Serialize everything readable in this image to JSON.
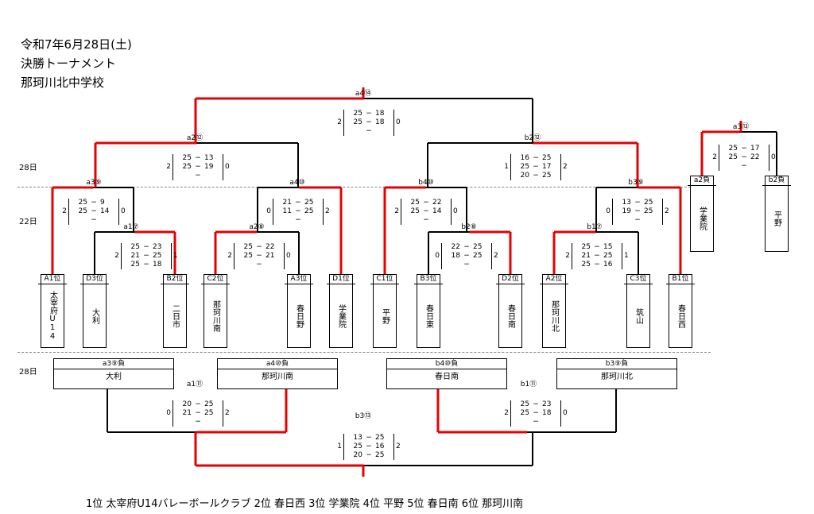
{
  "header": {
    "date": "令和7年6月28日(土)",
    "event": "決勝トーナメント",
    "venue": "那珂川北中学校"
  },
  "days": {
    "d28a": "28日",
    "d22": "22日",
    "d28b": "28日"
  },
  "teams": {
    "t1": {
      "seed": "A1位",
      "name": "太宰府U14"
    },
    "t2": {
      "seed": "D3位",
      "name": "大利"
    },
    "t3": {
      "seed": "B2位",
      "name": "二日市"
    },
    "t4": {
      "seed": "C2位",
      "name": "那珂川南"
    },
    "t5": {
      "seed": "A3位",
      "name": "春日野"
    },
    "t6": {
      "seed": "D1位",
      "name": "学業院"
    },
    "t7": {
      "seed": "C1位",
      "name": "平野"
    },
    "t8": {
      "seed": "B3位",
      "name": "春日東"
    },
    "t9": {
      "seed": "D2位",
      "name": "春日南"
    },
    "t10": {
      "seed": "A2位",
      "name": "那珂川北"
    },
    "t11": {
      "seed": "C3位",
      "name": "筑山"
    },
    "t12": {
      "seed": "B1位",
      "name": "春日西"
    },
    "t13": {
      "seed": "a2負",
      "name": "学業院"
    },
    "t14": {
      "seed": "b2負",
      "name": "平野"
    }
  },
  "matches": {
    "a1_7": {
      "label": "a1⑦",
      "left": "2",
      "right": "1",
      "sets": [
        [
          "25",
          "23"
        ],
        [
          "21",
          "25"
        ],
        [
          "25",
          "18"
        ]
      ]
    },
    "a2_8": {
      "label": "a2⑧",
      "left": "2",
      "right": "0",
      "sets": [
        [
          "25",
          "22"
        ],
        [
          "25",
          "21"
        ],
        [
          "",
          ""
        ]
      ]
    },
    "a3_9": {
      "label": "a3⑨",
      "left": "2",
      "right": "0",
      "sets": [
        [
          "25",
          "9"
        ],
        [
          "25",
          "14"
        ],
        [
          "",
          ""
        ]
      ]
    },
    "a4_10": {
      "label": "a4⑩",
      "left": "0",
      "right": "2",
      "sets": [
        [
          "21",
          "25"
        ],
        [
          "11",
          "25"
        ],
        [
          "",
          ""
        ]
      ]
    },
    "b4_10": {
      "label": "b4⑩",
      "left": "2",
      "right": "0",
      "sets": [
        [
          "25",
          "22"
        ],
        [
          "25",
          "14"
        ],
        [
          "",
          ""
        ]
      ]
    },
    "b2_8": {
      "label": "b2⑧",
      "left": "0",
      "right": "2",
      "sets": [
        [
          "22",
          "25"
        ],
        [
          "18",
          "25"
        ],
        [
          "",
          ""
        ]
      ]
    },
    "b1_7": {
      "label": "b1⑦",
      "left": "2",
      "right": "1",
      "sets": [
        [
          "25",
          "15"
        ],
        [
          "21",
          "25"
        ],
        [
          "25",
          "16"
        ]
      ]
    },
    "b3_9": {
      "label": "b3⑨",
      "left": "0",
      "right": "2",
      "sets": [
        [
          "13",
          "25"
        ],
        [
          "19",
          "25"
        ],
        [
          "",
          ""
        ]
      ]
    },
    "a2_12": {
      "label": "a2⑫",
      "left": "2",
      "right": "0",
      "sets": [
        [
          "25",
          "13"
        ],
        [
          "25",
          "19"
        ],
        [
          "",
          ""
        ]
      ]
    },
    "b2_12": {
      "label": "b2⑫",
      "left": "1",
      "right": "2",
      "sets": [
        [
          "16",
          "25"
        ],
        [
          "25",
          "17"
        ],
        [
          "20",
          "25"
        ]
      ]
    },
    "a4_14": {
      "label": "a4⑭",
      "left": "2",
      "right": "0",
      "sets": [
        [
          "25",
          "18"
        ],
        [
          "25",
          "18"
        ],
        [
          "",
          ""
        ]
      ]
    },
    "a3_13": {
      "label": "a3⑬",
      "left": "2",
      "right": "0",
      "sets": [
        [
          "25",
          "17"
        ],
        [
          "25",
          "22"
        ],
        [
          "",
          ""
        ]
      ]
    },
    "a1_11": {
      "label": "a1⑪",
      "left": "0",
      "right": "2",
      "sets": [
        [
          "20",
          "25"
        ],
        [
          "21",
          "25"
        ],
        [
          "",
          ""
        ]
      ]
    },
    "b1_11": {
      "label": "b1⑪",
      "left": "2",
      "right": "0",
      "sets": [
        [
          "25",
          "23"
        ],
        [
          "25",
          "18"
        ],
        [
          "",
          ""
        ]
      ]
    },
    "b3_13": {
      "label": "b3⑬",
      "left": "1",
      "right": "2",
      "sets": [
        [
          "13",
          "25"
        ],
        [
          "25",
          "16"
        ],
        [
          "20",
          "25"
        ]
      ]
    }
  },
  "placement": {
    "p1": {
      "head": "a3⑨負",
      "name": "大利"
    },
    "p2": {
      "head": "a4⑩負",
      "name": "那珂川南"
    },
    "p3": {
      "head": "b4⑩負",
      "name": "春日南"
    },
    "p4": {
      "head": "b3⑨負",
      "name": "那珂川北"
    }
  },
  "colors": {
    "win": "#e60000",
    "line": "#000000"
  },
  "final_standings": "1位  太宰府U14バレーボールクラブ  2位  春日西  3位  学業院  4位  平野  5位  春日南  6位  那珂川南"
}
